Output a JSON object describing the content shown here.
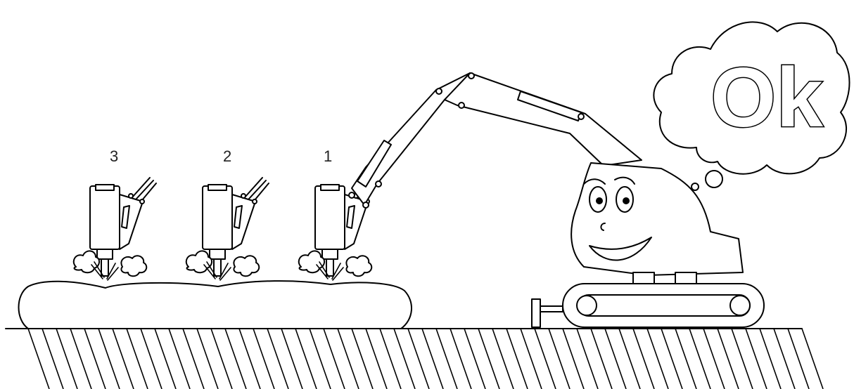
{
  "labels": {
    "step_3": "3",
    "step_2": "2",
    "step_1": "1"
  },
  "thought_bubble": {
    "text": "Ok"
  },
  "colors": {
    "line": "#000000",
    "background": "#ffffff"
  }
}
